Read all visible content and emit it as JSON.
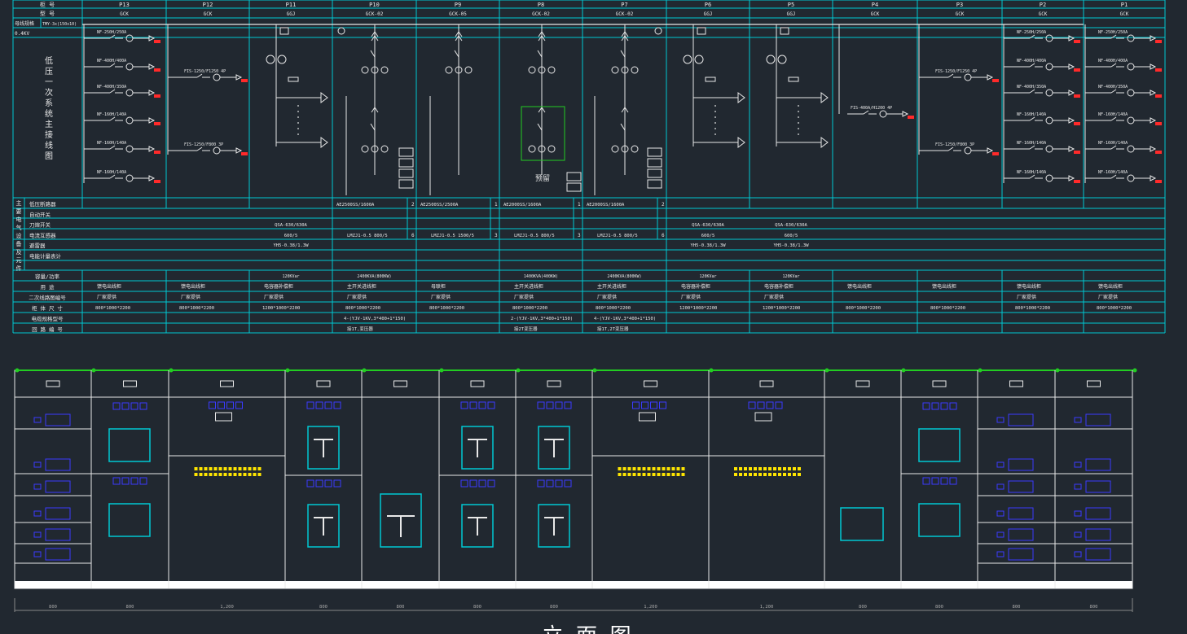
{
  "diagram": {
    "title_vertical": "低压一次系统主接线图",
    "header_rows": [
      "柜 号",
      "型 号"
    ],
    "busbar_label": "母线规格",
    "busbar_spec": "TMY-3x(150x10)",
    "voltage": "0.4KV",
    "panels": [
      {
        "id": "P13",
        "model": "GCK",
        "use": "馈电出线柜",
        "scheme": "厂家提供",
        "size": "800*1000*2200",
        "width_mm": "800"
      },
      {
        "id": "P12",
        "model": "GCK",
        "use": "馈电出线柜",
        "scheme": "厂家提供",
        "size": "800*1000*2200",
        "width_mm": "800"
      },
      {
        "id": "P11",
        "model": "GGJ",
        "use": "电容器补偿柜",
        "scheme": "厂家提供",
        "size": "1200*1000*2200",
        "power": "120KVar",
        "width_mm": "1,200"
      },
      {
        "id": "P10",
        "model": "GCK-02",
        "use": "主开关进线柜",
        "scheme": "厂家提供",
        "size": "800*1000*2200",
        "power": "2400KVA(800KW)",
        "width_mm": "800"
      },
      {
        "id": "P9",
        "model": "GCK-05",
        "use": "母联柜",
        "scheme": "厂家提供",
        "size": "800*1000*2200",
        "width_mm": "800"
      },
      {
        "id": "P8",
        "model": "GCK-02",
        "use": "主开关进线柜",
        "scheme": "厂家提供",
        "size": "800*1000*2200",
        "power": "1400KVA(400KW)",
        "width_mm": "800"
      },
      {
        "id": "P7",
        "model": "GCK-02",
        "use": "主开关进线柜",
        "scheme": "厂家提供",
        "size": "800*1000*2200",
        "power": "2400KVA(800KW)",
        "width_mm": "800"
      },
      {
        "id": "P6",
        "model": "GGJ",
        "use": "电容器补偿柜",
        "scheme": "厂家提供",
        "size": "1200*1000*2200",
        "power": "120KVar",
        "width_mm": "1,200"
      },
      {
        "id": "P5",
        "model": "GGJ",
        "use": "电容器补偿柜",
        "scheme": "厂家提供",
        "size": "1200*1000*2200",
        "power": "120KVar",
        "width_mm": "1,200"
      },
      {
        "id": "P4",
        "model": "GCK",
        "use": "馈电出线柜",
        "scheme": "",
        "size": "800*1000*2200",
        "width_mm": "800"
      },
      {
        "id": "P3",
        "model": "GCK",
        "use": "馈电出线柜",
        "scheme": "",
        "size": "800*1000*2200",
        "width_mm": "800"
      },
      {
        "id": "P2",
        "model": "GCK",
        "use": "馈电出线柜",
        "scheme": "厂家提供",
        "size": "800*1000*2200",
        "width_mm": "800"
      },
      {
        "id": "P1",
        "model": "GCK",
        "use": "馈电出线柜",
        "scheme": "厂家提供",
        "size": "800*1000*2200",
        "width_mm": "800"
      }
    ],
    "breaker_labels": [
      "NF-250H/250A",
      "NF-400H/400A",
      "NF-400H/350A",
      "NF-160H/140A",
      "NF-160H/140A",
      "NF-160H/140A"
    ],
    "fuse_labels": [
      "FIS-1250/F1250 4P",
      "FIS-1250/F800 3P",
      "FIS-400A/H1200 4P"
    ],
    "reserve_label": "预留",
    "section_heading": "主要电气设备及元件",
    "equipment_rows": [
      "低压断路器",
      "自动开关",
      "刀熔开关",
      "电流互感器",
      "避雷器",
      "电能计量表计"
    ],
    "breaker_models": [
      {
        "model": "AE2500SS/1600A",
        "n": "2"
      },
      {
        "model": "AE2500SS/2500A",
        "n": "1"
      },
      {
        "model": "AE2000SS/1600A",
        "n": "1"
      },
      {
        "model": "AE2000SS/1600A",
        "n": "2"
      }
    ],
    "switch_label": "QSA-630/630A",
    "ct_ratio": "600/5",
    "ct_models": [
      {
        "model": "LMZJ1-0.5 800/5",
        "n": "6"
      },
      {
        "model": "LMZJ1-0.5 1500/5",
        "n": "3"
      },
      {
        "model": "LMZJ1-0.5 800/5",
        "n": "3"
      },
      {
        "model": "LMZJ1-0.5 800/5",
        "n": "6"
      }
    ],
    "surge_label": "YH5-0.38/1.3W",
    "bottom_rows": [
      "容量/功率",
      "用 途",
      "二次线路图编号",
      "柜 体 尺 寸",
      "电缆规格型号",
      "回 路 编 号"
    ],
    "cables": [
      "4-(YJV-1KV,3*400+1*150)",
      "2-(YJV-1KV,3*400+1*150)",
      "4-(YJV-1KV,3*400+1*150)"
    ],
    "cable_notes": [
      "接1T,变压器",
      "接2T变压器",
      "接1T,2T变压器"
    ],
    "bottom_caption": "立 面 图"
  }
}
